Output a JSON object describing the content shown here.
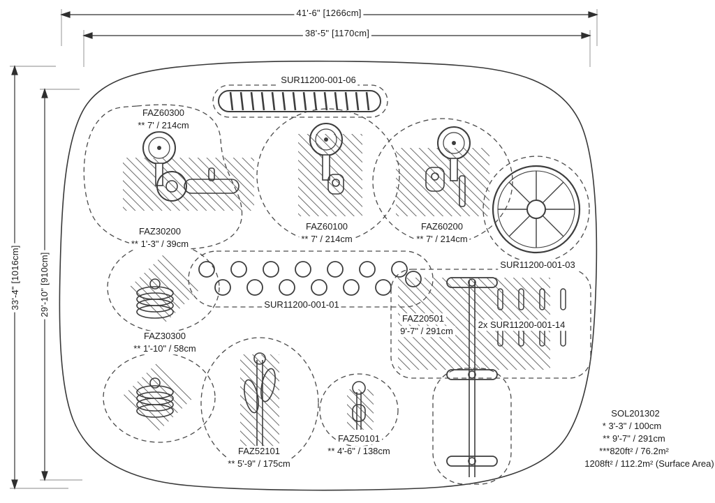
{
  "dimensions": {
    "top_outer": "41'-6\" [1266cm]",
    "top_inner": "38'-5\" [1170cm]",
    "left_outer": "33'-4\" [1016cm]",
    "left_inner": "29'-10\" [910cm]"
  },
  "equipment": {
    "sur06": {
      "id": "SUR11200-001-06"
    },
    "faz60300": {
      "id": "FAZ60300",
      "size": "** 7' / 214cm"
    },
    "faz30200": {
      "id": "FAZ30200",
      "size": "** 1'-3\" / 39cm"
    },
    "faz60100": {
      "id": "FAZ60100",
      "size": "** 7' / 214cm"
    },
    "faz60200": {
      "id": "FAZ60200",
      "size": "** 7' / 214cm"
    },
    "sur03": {
      "id": "SUR11200-001-03"
    },
    "sur01": {
      "id": "SUR11200-001-01"
    },
    "faz20501": {
      "id": "FAZ20501",
      "size": "9'-7\" / 291cm"
    },
    "sur14": {
      "id": "2x SUR11200-001-14"
    },
    "faz30300": {
      "id": "FAZ30300",
      "size": "** 1'-10\" / 58cm"
    },
    "faz52101": {
      "id": "FAZ52101",
      "size": "** 5'-9\" / 175cm"
    },
    "faz50101": {
      "id": "FAZ50101",
      "size": "** 4'-6\" / 138cm"
    }
  },
  "summary": {
    "id": "SOL201302",
    "height1": "* 3'-3\" / 100cm",
    "height2": "** 9'-7\" / 291cm",
    "area_use": "***820ft² / 76.2m²",
    "area_surface": "1208ft² / 112.2m² (Surface Area)"
  },
  "colors": {
    "line": "#3d3d3d",
    "text": "#1b1b1b"
  }
}
